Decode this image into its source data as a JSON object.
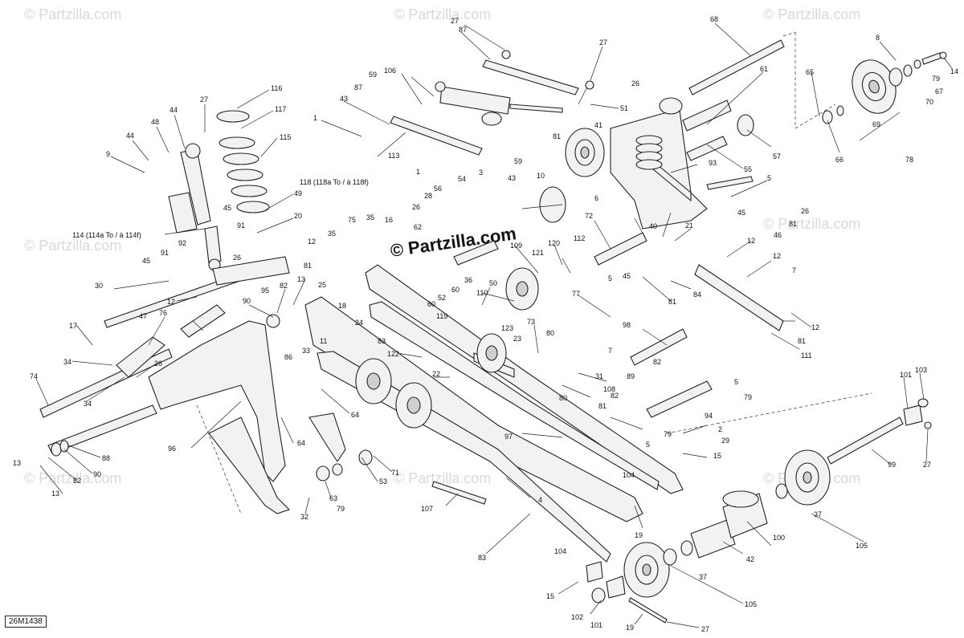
{
  "diagram_code": "26M1438",
  "watermark": {
    "faint": "© Partzilla.com",
    "center": "© Partzilla.com"
  },
  "colors": {
    "line": "#222222",
    "watermark": "#d9d9d9"
  },
  "callouts": [
    {
      "id": "c-27-a",
      "label": "27"
    },
    {
      "id": "c-87-a",
      "label": "87"
    },
    {
      "id": "c-27-b",
      "label": "27"
    },
    {
      "id": "c-68",
      "label": "68"
    },
    {
      "id": "c-8",
      "label": "8"
    },
    {
      "id": "c-14",
      "label": "14"
    },
    {
      "id": "c-79-a",
      "label": "79"
    },
    {
      "id": "c-65",
      "label": "65"
    },
    {
      "id": "c-67",
      "label": "67"
    },
    {
      "id": "c-70",
      "label": "70"
    },
    {
      "id": "c-69",
      "label": "69"
    },
    {
      "id": "c-66",
      "label": "66"
    },
    {
      "id": "c-78",
      "label": "78"
    },
    {
      "id": "c-61",
      "label": "61"
    },
    {
      "id": "c-57",
      "label": "57"
    },
    {
      "id": "c-55",
      "label": "55"
    },
    {
      "id": "c-116",
      "label": "116"
    },
    {
      "id": "c-117",
      "label": "117"
    },
    {
      "id": "c-115",
      "label": "115"
    },
    {
      "id": "c-49",
      "label": "49"
    },
    {
      "id": "c-20",
      "label": "20"
    },
    {
      "id": "c-27-c",
      "label": "27"
    },
    {
      "id": "c-44-a",
      "label": "44"
    },
    {
      "id": "c-48",
      "label": "48"
    },
    {
      "id": "c-44-b",
      "label": "44"
    },
    {
      "id": "c-9",
      "label": "9"
    },
    {
      "id": "c-114",
      "label": "114 (114a To / à 114f)"
    },
    {
      "id": "c-45-a",
      "label": "45"
    },
    {
      "id": "c-91-a",
      "label": "91"
    },
    {
      "id": "c-92",
      "label": "92"
    },
    {
      "id": "c-91-b",
      "label": "91"
    },
    {
      "id": "c-45-b",
      "label": "45"
    },
    {
      "id": "c-30",
      "label": "30"
    },
    {
      "id": "c-12-a",
      "label": "12"
    },
    {
      "id": "c-26-a",
      "label": "26"
    },
    {
      "id": "c-81-a",
      "label": "81"
    },
    {
      "id": "c-95",
      "label": "95"
    },
    {
      "id": "c-82-a",
      "label": "82"
    },
    {
      "id": "c-13-a",
      "label": "13"
    },
    {
      "id": "c-12-b",
      "label": "12"
    },
    {
      "id": "c-90-a",
      "label": "90"
    },
    {
      "id": "c-76",
      "label": "76"
    },
    {
      "id": "c-47",
      "label": "47"
    },
    {
      "id": "c-17",
      "label": "17"
    },
    {
      "id": "c-34-a",
      "label": "34"
    },
    {
      "id": "c-26-b",
      "label": "26"
    },
    {
      "id": "c-34-b",
      "label": "34"
    },
    {
      "id": "c-74",
      "label": "74"
    },
    {
      "id": "c-96",
      "label": "96"
    },
    {
      "id": "c-88",
      "label": "88"
    },
    {
      "id": "c-90-b",
      "label": "90"
    },
    {
      "id": "c-82-b",
      "label": "82"
    },
    {
      "id": "c-13-b",
      "label": "13"
    },
    {
      "id": "c-59-a",
      "label": "59"
    },
    {
      "id": "c-106",
      "label": "106"
    },
    {
      "id": "c-87-b",
      "label": "87"
    },
    {
      "id": "c-43-a",
      "label": "43"
    },
    {
      "id": "c-1-a",
      "label": "1"
    },
    {
      "id": "c-113",
      "label": "113"
    },
    {
      "id": "c-118",
      "label": "118 (118a To / à 118f)"
    },
    {
      "id": "c-1-b",
      "label": "1"
    },
    {
      "id": "c-26-c",
      "label": "26"
    },
    {
      "id": "c-51",
      "label": "51"
    },
    {
      "id": "c-41",
      "label": "41"
    },
    {
      "id": "c-59-b",
      "label": "59"
    },
    {
      "id": "c-81-b",
      "label": "81"
    },
    {
      "id": "c-10",
      "label": "10"
    },
    {
      "id": "c-43-b",
      "label": "43"
    },
    {
      "id": "c-93",
      "label": "93"
    },
    {
      "id": "c-5-a",
      "label": "5"
    },
    {
      "id": "c-45-c",
      "label": "45"
    },
    {
      "id": "c-26-d",
      "label": "26"
    },
    {
      "id": "c-81-c",
      "label": "81"
    },
    {
      "id": "c-46",
      "label": "46"
    },
    {
      "id": "c-54",
      "label": "54"
    },
    {
      "id": "c-3",
      "label": "3"
    },
    {
      "id": "c-6",
      "label": "6"
    },
    {
      "id": "c-56",
      "label": "56"
    },
    {
      "id": "c-28",
      "label": "28"
    },
    {
      "id": "c-26-e",
      "label": "26"
    },
    {
      "id": "c-62",
      "label": "62"
    },
    {
      "id": "c-112",
      "label": "112"
    },
    {
      "id": "c-72",
      "label": "72"
    },
    {
      "id": "c-40",
      "label": "40"
    },
    {
      "id": "c-21",
      "label": "21"
    },
    {
      "id": "c-12-c",
      "label": "12"
    },
    {
      "id": "c-12-d",
      "label": "12"
    },
    {
      "id": "c-7-a",
      "label": "7"
    },
    {
      "id": "c-75",
      "label": "75"
    },
    {
      "id": "c-35-a",
      "label": "35"
    },
    {
      "id": "c-16",
      "label": "16"
    },
    {
      "id": "c-35-b",
      "label": "35"
    },
    {
      "id": "c-25",
      "label": "25"
    },
    {
      "id": "c-109",
      "label": "109"
    },
    {
      "id": "c-120",
      "label": "120"
    },
    {
      "id": "c-121",
      "label": "121"
    },
    {
      "id": "c-5-b",
      "label": "5"
    },
    {
      "id": "c-45-d",
      "label": "45"
    },
    {
      "id": "c-36",
      "label": "36"
    },
    {
      "id": "c-52",
      "label": "52"
    },
    {
      "id": "c-50",
      "label": "50"
    },
    {
      "id": "c-60-a",
      "label": "60"
    },
    {
      "id": "c-60-b",
      "label": "60"
    },
    {
      "id": "c-110",
      "label": "110"
    },
    {
      "id": "c-77",
      "label": "77"
    },
    {
      "id": "c-81-d",
      "label": "81"
    },
    {
      "id": "c-84",
      "label": "84"
    },
    {
      "id": "c-12-e",
      "label": "12"
    },
    {
      "id": "c-81-e",
      "label": "81"
    },
    {
      "id": "c-111",
      "label": "111"
    },
    {
      "id": "c-18",
      "label": "18"
    },
    {
      "id": "c-24",
      "label": "24"
    },
    {
      "id": "c-119",
      "label": "119"
    },
    {
      "id": "c-123",
      "label": "123"
    },
    {
      "id": "c-83-a",
      "label": "83"
    },
    {
      "id": "c-11",
      "label": "11"
    },
    {
      "id": "c-98",
      "label": "98"
    },
    {
      "id": "c-73",
      "label": "73"
    },
    {
      "id": "c-80-a",
      "label": "80"
    },
    {
      "id": "c-23",
      "label": "23"
    },
    {
      "id": "c-122",
      "label": "122"
    },
    {
      "id": "c-7-b",
      "label": "7"
    },
    {
      "id": "c-31",
      "label": "31"
    },
    {
      "id": "c-82-c",
      "label": "82"
    },
    {
      "id": "c-5-c",
      "label": "5"
    },
    {
      "id": "c-89",
      "label": "89"
    },
    {
      "id": "c-79-b",
      "label": "79"
    },
    {
      "id": "c-108",
      "label": "108"
    },
    {
      "id": "c-80-b",
      "label": "80"
    },
    {
      "id": "c-82-d",
      "label": "82"
    },
    {
      "id": "c-81-f",
      "label": "81"
    },
    {
      "id": "c-94",
      "label": "94"
    },
    {
      "id": "c-22",
      "label": "22"
    },
    {
      "id": "c-2",
      "label": "2"
    },
    {
      "id": "c-79-c",
      "label": "79"
    },
    {
      "id": "c-29",
      "label": "29"
    },
    {
      "id": "c-5-d",
      "label": "5"
    },
    {
      "id": "c-33",
      "label": "33"
    },
    {
      "id": "c-86",
      "label": "86"
    },
    {
      "id": "c-64-a",
      "label": "64"
    },
    {
      "id": "c-64-b",
      "label": "64"
    },
    {
      "id": "c-97",
      "label": "97"
    },
    {
      "id": "c-15-a",
      "label": "15"
    },
    {
      "id": "c-101-a",
      "label": "101"
    },
    {
      "id": "c-103",
      "label": "103"
    },
    {
      "id": "c-71",
      "label": "71"
    },
    {
      "id": "c-53",
      "label": "53"
    },
    {
      "id": "c-63",
      "label": "63"
    },
    {
      "id": "c-79-d",
      "label": "79"
    },
    {
      "id": "c-32",
      "label": "32"
    },
    {
      "id": "c-107",
      "label": "107"
    },
    {
      "id": "c-4",
      "label": "4"
    },
    {
      "id": "c-104-a",
      "label": "104"
    },
    {
      "id": "c-19-a",
      "label": "19"
    },
    {
      "id": "c-99",
      "label": "99"
    },
    {
      "id": "c-27-d",
      "label": "27"
    },
    {
      "id": "c-37-a",
      "label": "37"
    },
    {
      "id": "c-100",
      "label": "100"
    },
    {
      "id": "c-105-a",
      "label": "105"
    },
    {
      "id": "c-42",
      "label": "42"
    },
    {
      "id": "c-37-b",
      "label": "37"
    },
    {
      "id": "c-83-b",
      "label": "83"
    },
    {
      "id": "c-104-b",
      "label": "104"
    },
    {
      "id": "c-15-b",
      "label": "15"
    },
    {
      "id": "c-105-b",
      "label": "105"
    },
    {
      "id": "c-102",
      "label": "102"
    },
    {
      "id": "c-101-b",
      "label": "101"
    },
    {
      "id": "c-19-b",
      "label": "19"
    },
    {
      "id": "c-27-e",
      "label": "27"
    },
    {
      "id": "c-13-c",
      "label": "13"
    }
  ]
}
